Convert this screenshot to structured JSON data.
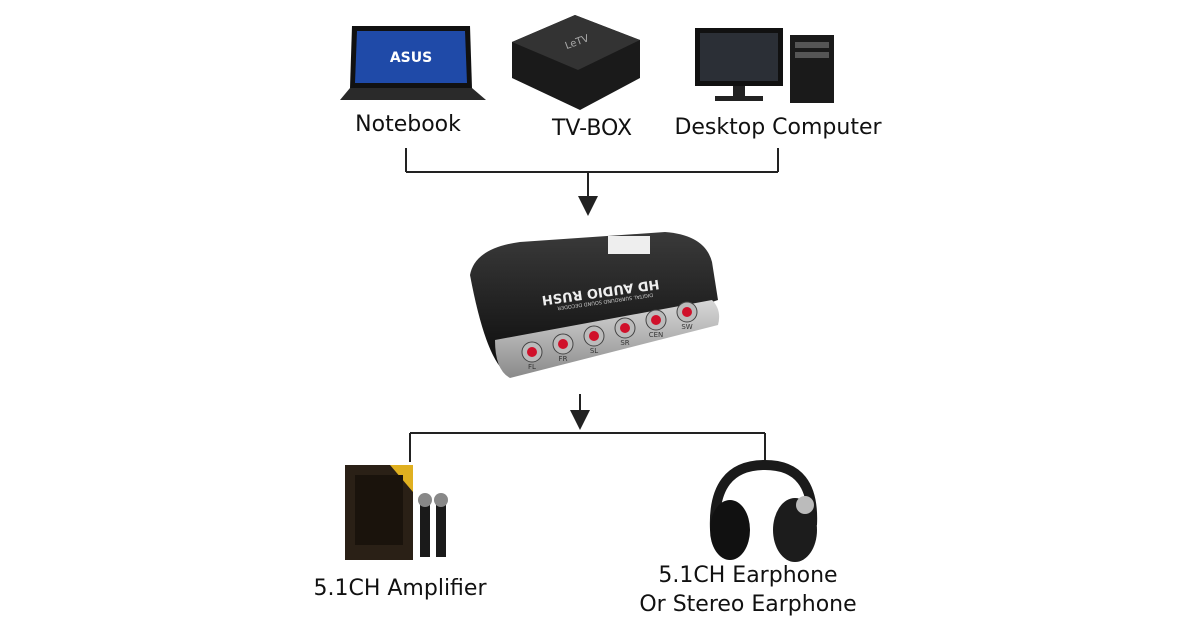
{
  "sources": [
    {
      "label": "Notebook",
      "screen_brand": "ASUS"
    },
    {
      "label": "TV-BOX",
      "device_brand": "LeTV"
    },
    {
      "label": "Desktop Computer"
    }
  ],
  "decoder": {
    "name": "HD AUDIO RUSH",
    "subtitle": "DIGITAL SURROUND SOUND DECODER",
    "ports": [
      "FL",
      "FR",
      "SL",
      "SR",
      "CEN",
      "SW"
    ]
  },
  "outputs": [
    {
      "label": "5.1CH Amplifier"
    },
    {
      "label_line1": "5.1CH Earphone",
      "label_line2": "Or Stereo Earphone"
    }
  ]
}
